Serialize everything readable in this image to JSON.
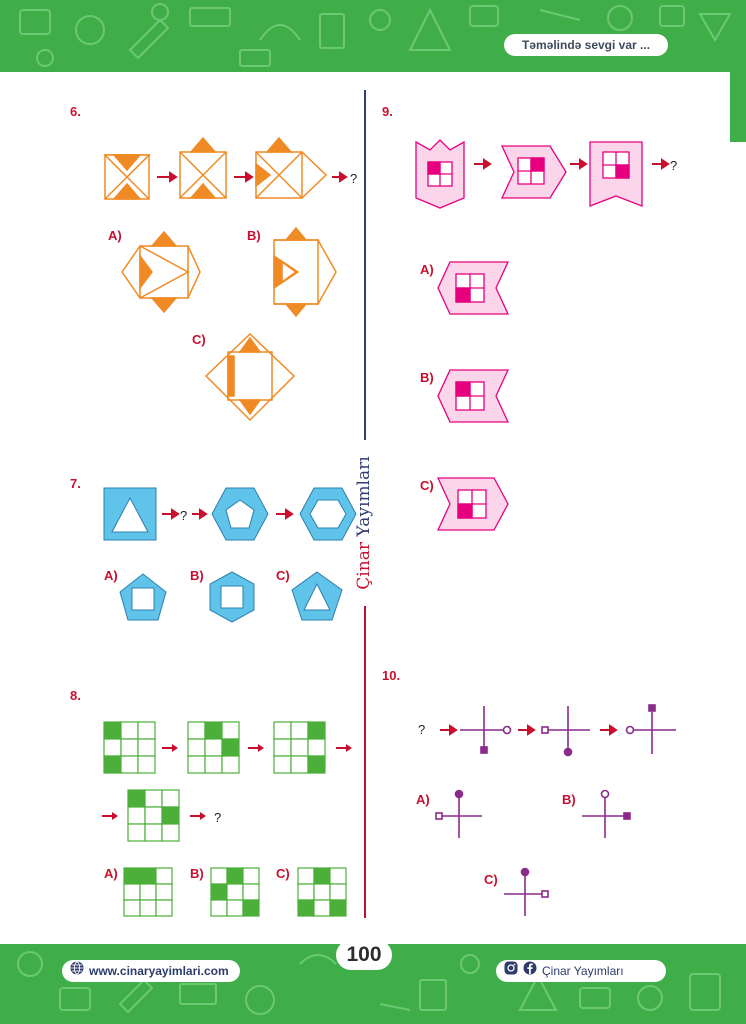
{
  "header": {
    "motto": "Təməlində sevgi var ..."
  },
  "brand": {
    "part1": "Çinar",
    "part2": "Yayımları"
  },
  "questions": {
    "q6": {
      "number": "6.",
      "question_mark": "?",
      "options": [
        "A)",
        "B)",
        "C)"
      ]
    },
    "q7": {
      "number": "7.",
      "question_mark": "?",
      "options": [
        "A)",
        "B)",
        "C)"
      ]
    },
    "q8": {
      "number": "8.",
      "question_mark": "?",
      "options": [
        "A)",
        "B)",
        "C)"
      ]
    },
    "q9": {
      "number": "9.",
      "question_mark": "?",
      "options": [
        "A)",
        "B)",
        "C)"
      ]
    },
    "q10": {
      "number": "10.",
      "question_mark": "?",
      "options": [
        "A)",
        "B)",
        "C)"
      ]
    }
  },
  "footer": {
    "page_number": "100",
    "website": "www.cinaryayimlari.com",
    "social": "Çinar Yayımları"
  },
  "colors": {
    "band": "#3fae49",
    "accent": "#c8102e",
    "navy": "#2f3d73",
    "orange": "#f08a24",
    "cyan": "#5fc3ea",
    "green_cell": "#4caf3a",
    "pink": "#e6007e",
    "purple": "#8a2a8a"
  },
  "icons": [
    "globe-icon",
    "instagram-icon",
    "facebook-icon"
  ]
}
